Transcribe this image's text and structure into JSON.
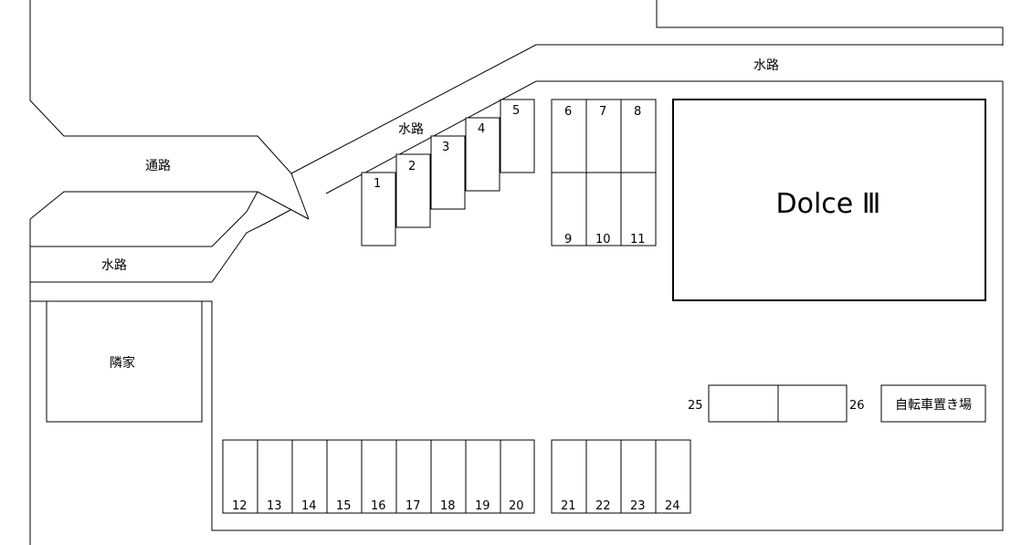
{
  "labels": {
    "waterway_top": "水路",
    "waterway_diag": "水路",
    "waterway_left": "水路",
    "passage": "通路",
    "neighbor": "隣家",
    "building": "Dolce Ⅲ",
    "bicycle": "自転車置き場"
  },
  "spaces": {
    "diagonal": [
      "1",
      "2",
      "3",
      "4",
      "5"
    ],
    "top_block": [
      "6",
      "7",
      "8",
      "9",
      "10",
      "11"
    ],
    "bottom_left": [
      "12",
      "13",
      "14",
      "15",
      "16",
      "17",
      "18",
      "19",
      "20"
    ],
    "bottom_right": [
      "21",
      "22",
      "23",
      "24"
    ],
    "right_pair": [
      "25",
      "26"
    ]
  }
}
